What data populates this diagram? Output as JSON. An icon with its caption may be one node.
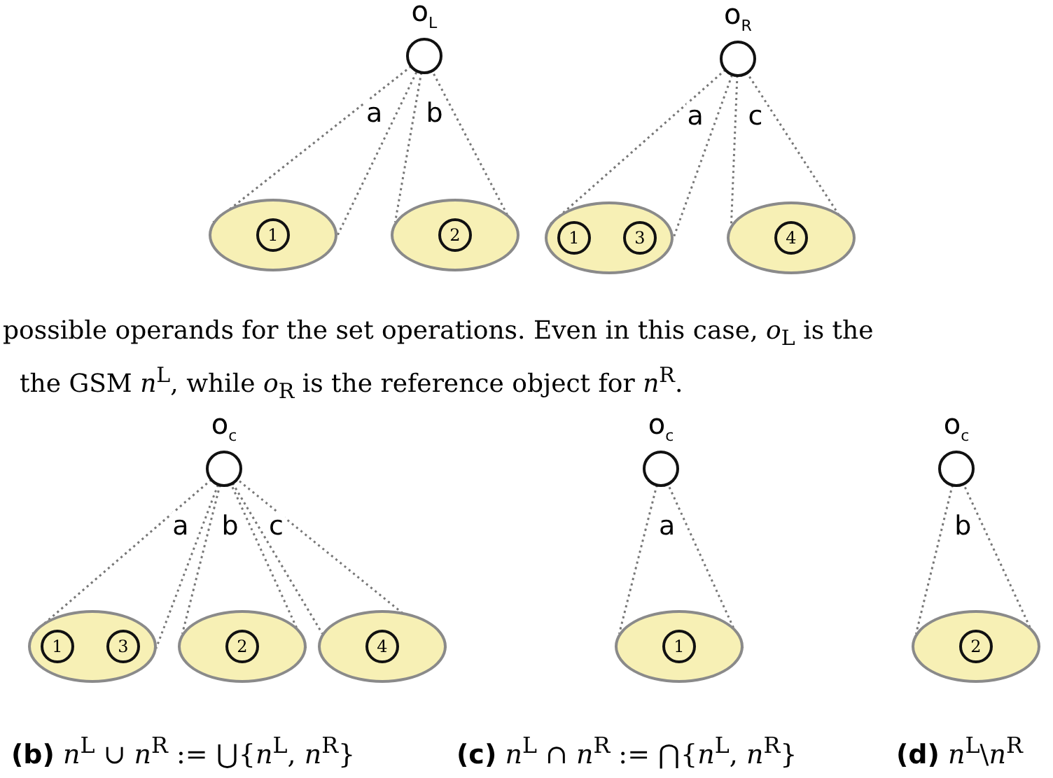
{
  "diagram": {
    "nodes": [
      {
        "text": [
          "o$_{L}$"
        ]
      },
      {
        "text": [
          "o$_{R}$"
        ]
      },
      {
        "text": [],
        "shape": "ellipse"
      },
      {
        "text": [
          "1"
        ],
        "in": 2
      },
      {
        "text": [],
        "shape": "ellipse"
      },
      {
        "text": [
          "2"
        ],
        "in": 4
      },
      {
        "text": [],
        "shape": "ellipse"
      },
      {
        "text": [
          "1"
        ],
        "in": 6
      },
      {
        "text": [
          "3"
        ],
        "in": 6
      },
      {
        "text": [],
        "shape": "ellipse"
      },
      {
        "text": [
          "4"
        ],
        "in": 9
      },
      {
        "text": [
          "o$_{c}$"
        ]
      },
      {
        "text": [
          "o$_{c}$"
        ]
      },
      {
        "text": [
          "o$_{c}$"
        ]
      },
      {
        "text": [],
        "shape": "ellipse"
      },
      {
        "text": [
          "1"
        ],
        "in": 14
      },
      {
        "text": [
          "3"
        ],
        "in": 14
      },
      {
        "text": [],
        "shape": "ellipse"
      },
      {
        "text": [
          "2"
        ],
        "in": 17
      },
      {
        "text": [],
        "shape": "ellipse"
      },
      {
        "text": [
          "4"
        ],
        "in": 19
      },
      {
        "text": [],
        "shape": "ellipse"
      },
      {
        "text": [
          "1"
        ],
        "in": 21
      },
      {
        "text": [],
        "shape": "ellipse"
      },
      {
        "text": [
          "2"
        ],
        "in": 23
      }
    ],
    "edges": [
      {
        "from": 0,
        "to": 2,
        "arrow": "none",
        "label": "a"
      },
      {
        "from": 0,
        "to": 4,
        "arrow": "none",
        "label": "b"
      },
      {
        "from": 1,
        "to": 6,
        "arrow": "none",
        "label": "a"
      },
      {
        "from": 1,
        "to": 9,
        "arrow": "none",
        "label": "c"
      },
      {
        "from": 11,
        "to": 14,
        "arrow": "none",
        "label": "a"
      },
      {
        "from": 11,
        "to": 17,
        "arrow": "none",
        "label": "b"
      },
      {
        "from": 11,
        "to": 19,
        "arrow": "none",
        "label": "c"
      },
      {
        "from": 12,
        "to": 21,
        "arrow": "none",
        "label": "a"
      },
      {
        "from": 13,
        "to": 23,
        "arrow": "none",
        "label": "b"
      }
    ],
    "labels": [
      "possible operands for the set operations. Even in this case, *o*$_{L}$ is the",
      "the GSM *n*$^{L}$, while *o*$_{R}$ is the reference object for *n*$^{R}$.",
      "**(b)** *n*$^{L}$ ∪ *n*$^{R}$ := ⋃{*n*$^{L}$, *n*$^{R}$}",
      "**(c)** *n*$^{L}$ ∩ *n*$^{R}$ := ⋂{*n*$^{L}$, *n*$^{R}$}",
      "**(d)** *n*$^{L}$\\*n*$^{R}$"
    ]
  }
}
